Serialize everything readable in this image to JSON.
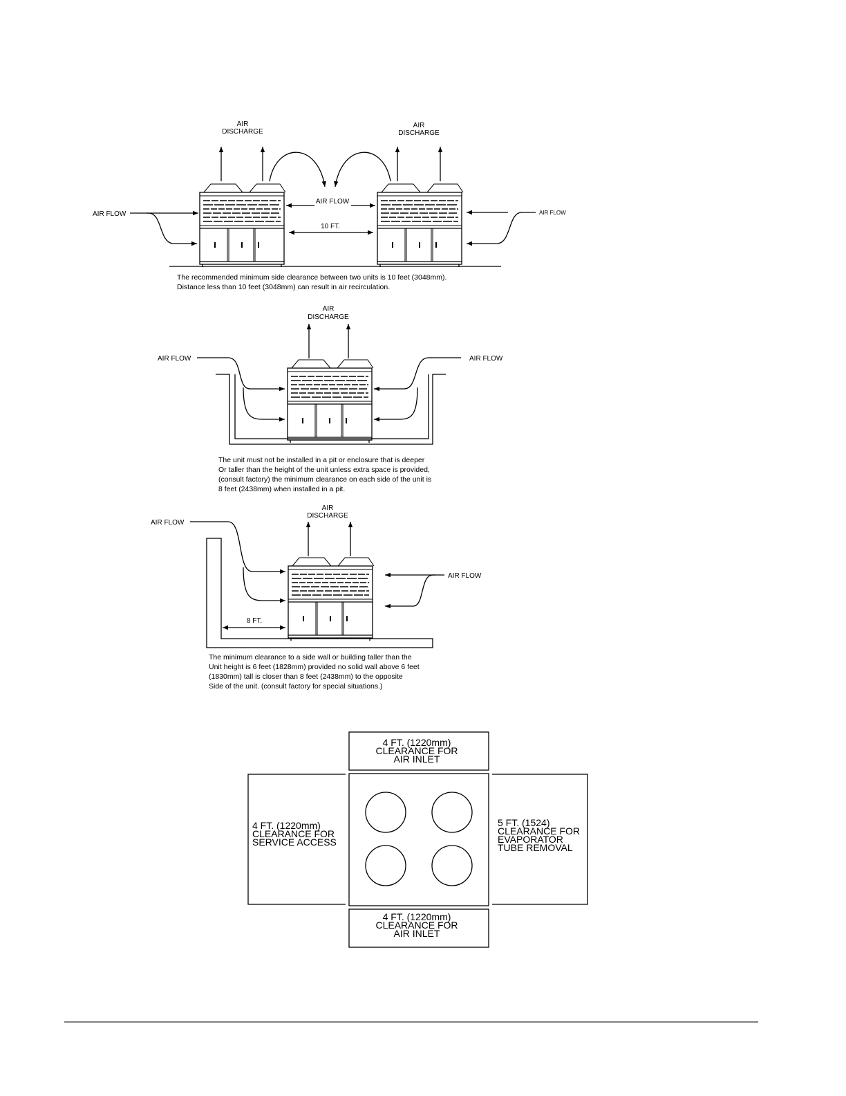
{
  "labels": {
    "air_discharge_1": "AIR",
    "air_discharge_2": "DISCHARGE",
    "air_flow": "AIR FLOW",
    "dim_10ft": "10 FT.",
    "dim_8ft": "8 FT."
  },
  "notes": {
    "side_by_side": [
      "The recommended minimum side clearance between two units is 10 feet (3048mm).",
      "Distance less than 10 feet (3048mm) can result in air recirculation."
    ],
    "pit": [
      "The unit must not be installed in a pit or enclosure that is deeper",
      "Or taller than the height of the unit unless extra space is provided,",
      "(consult factory)  the minimum clearance on each side of the unit is",
      "8 feet (2438mm)  when installed in a pit."
    ],
    "wall": [
      "The minimum clearance to a side wall or building taller than the",
      " Unit height is 6 feet (1828mm) provided no solid wall above 6 feet",
      "(1830mm) tall is closer than 8 feet (2438mm) to the opposite",
      "Side of the unit. (consult factory for special situations.)"
    ]
  },
  "plan": {
    "top": [
      "4 FT.  (1220mm)",
      "CLEARANCE FOR",
      "AIR INLET"
    ],
    "left": [
      "4 FT. (1220mm)",
      "CLEARANCE FOR",
      "SERVICE ACCESS"
    ],
    "right": [
      "5 FT. (1524)",
      "CLEARANCE FOR",
      "EVAPORATOR",
      "TUBE REMOVAL"
    ],
    "bottom": [
      "4 FT.  (1220mm)",
      "CLEARANCE FOR",
      "AIR INLET"
    ]
  }
}
